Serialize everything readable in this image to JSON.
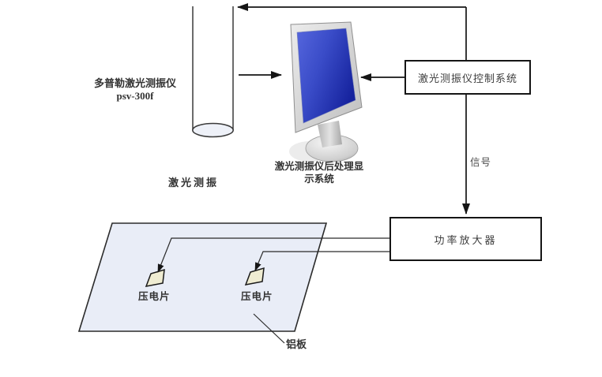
{
  "diagram": {
    "title_hint": "Doppler laser vibrometer measurement system schematic",
    "labels": {
      "vibrometer_name": "多普勒激光测振仪",
      "vibrometer_model": "psv-300f",
      "laser_head": "激光测振",
      "display_system_line1": "激光测振仪后处理显",
      "display_system_line2": "示系统",
      "control_system": "激光测振仪控制系统",
      "signal": "信号",
      "power_amplifier": "功率放大器",
      "piezo_patch_1": "压电片",
      "piezo_patch_2": "压电片",
      "aluminum_plate": "铝板"
    },
    "colors": {
      "background": "#ffffff",
      "line": "#151515",
      "box_border": "#151515",
      "text": "#333333",
      "plate_fill": "#e9edf7",
      "plate_border": "#2b2b2b",
      "patch_fill": "#efecd2",
      "patch_border": "#1a1a1a",
      "cylinder_fill": "#eef1f8",
      "screen_blue_light": "#4d5fd6",
      "screen_blue_dark": "#16239e",
      "bezel_silver": "#d9d9d9"
    }
  }
}
